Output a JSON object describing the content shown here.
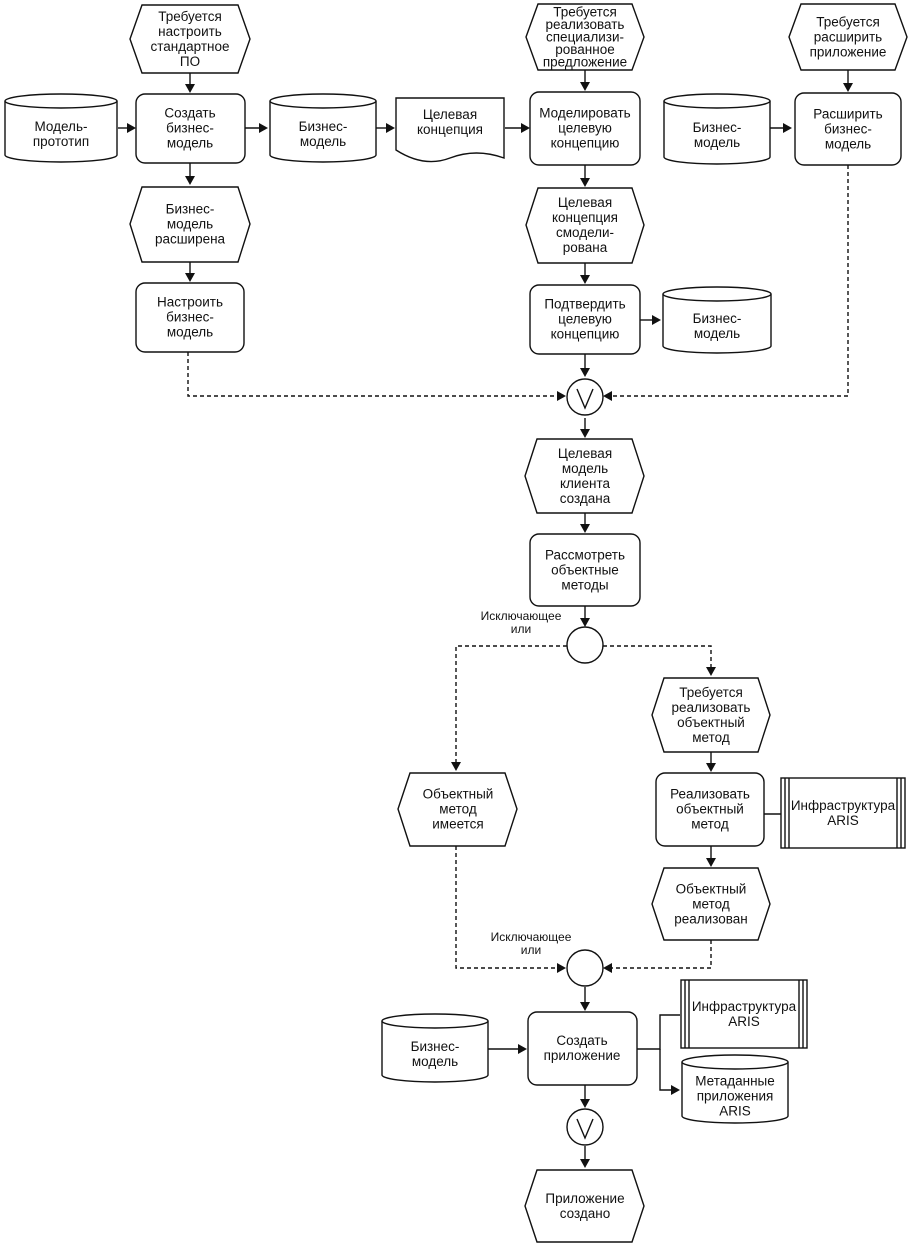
{
  "events": {
    "need_std_sw": "Требуется\nнастроить\nстандартное\nПО",
    "need_special": "Требуется\nреализовать\nспециализи-\nрованное\nпредложение",
    "need_extend": "Требуется\nрасширить\nприложение",
    "bm_extended": "Бизнес-\nмодель\nрасширена",
    "target_modeled": "Целевая\nконцепция\nсмодели-\nрована",
    "target_client_created": "Целевая\nмодель\nклиента\nсоздана",
    "need_object_method": "Требуется\nреализовать\nобъектный\nметод",
    "object_method_exists": "Объектный\nметод\nимеется",
    "object_method_done": "Объектный\nметод\nреализован",
    "app_created": "Приложение\nсоздано"
  },
  "functions": {
    "create_bm": "Создать\nбизнес-\nмодель",
    "model_target": "Моделировать\nцелевую\nконцепцию",
    "extend_bm": "Расширить\nбизнес-\nмодель",
    "configure_bm": "Настроить\nбизнес-\nмодель",
    "confirm_target": "Подтвердить\nцелевую\nконцепцию",
    "review_methods": "Рассмотреть\nобъектные\nметоды",
    "implement_method": "Реализовать\nобъектный\nметод",
    "create_app": "Создать\nприложение"
  },
  "data_stores": {
    "prototype_model": "Модель-\nпрототип",
    "business_model_1": "Бизнес-\nмодель",
    "business_model_2": "Бизнес-\nмодель",
    "business_model_3": "Бизнес-\nмодель",
    "business_model_4": "Бизнес-\nмодель",
    "app_metadata": "Метаданные\nприложения\nARIS"
  },
  "documents": {
    "target_concept": "Целевая\nконцепция"
  },
  "systems": {
    "aris_infra_1": "Инфраструктура\nARIS",
    "aris_infra_2": "Инфраструктура\nARIS"
  },
  "connectors": {
    "or_1": "V",
    "xor_label_1": "Исключающее\nили",
    "xor_label_2": "Исключающее\nили",
    "or_2": "V"
  }
}
